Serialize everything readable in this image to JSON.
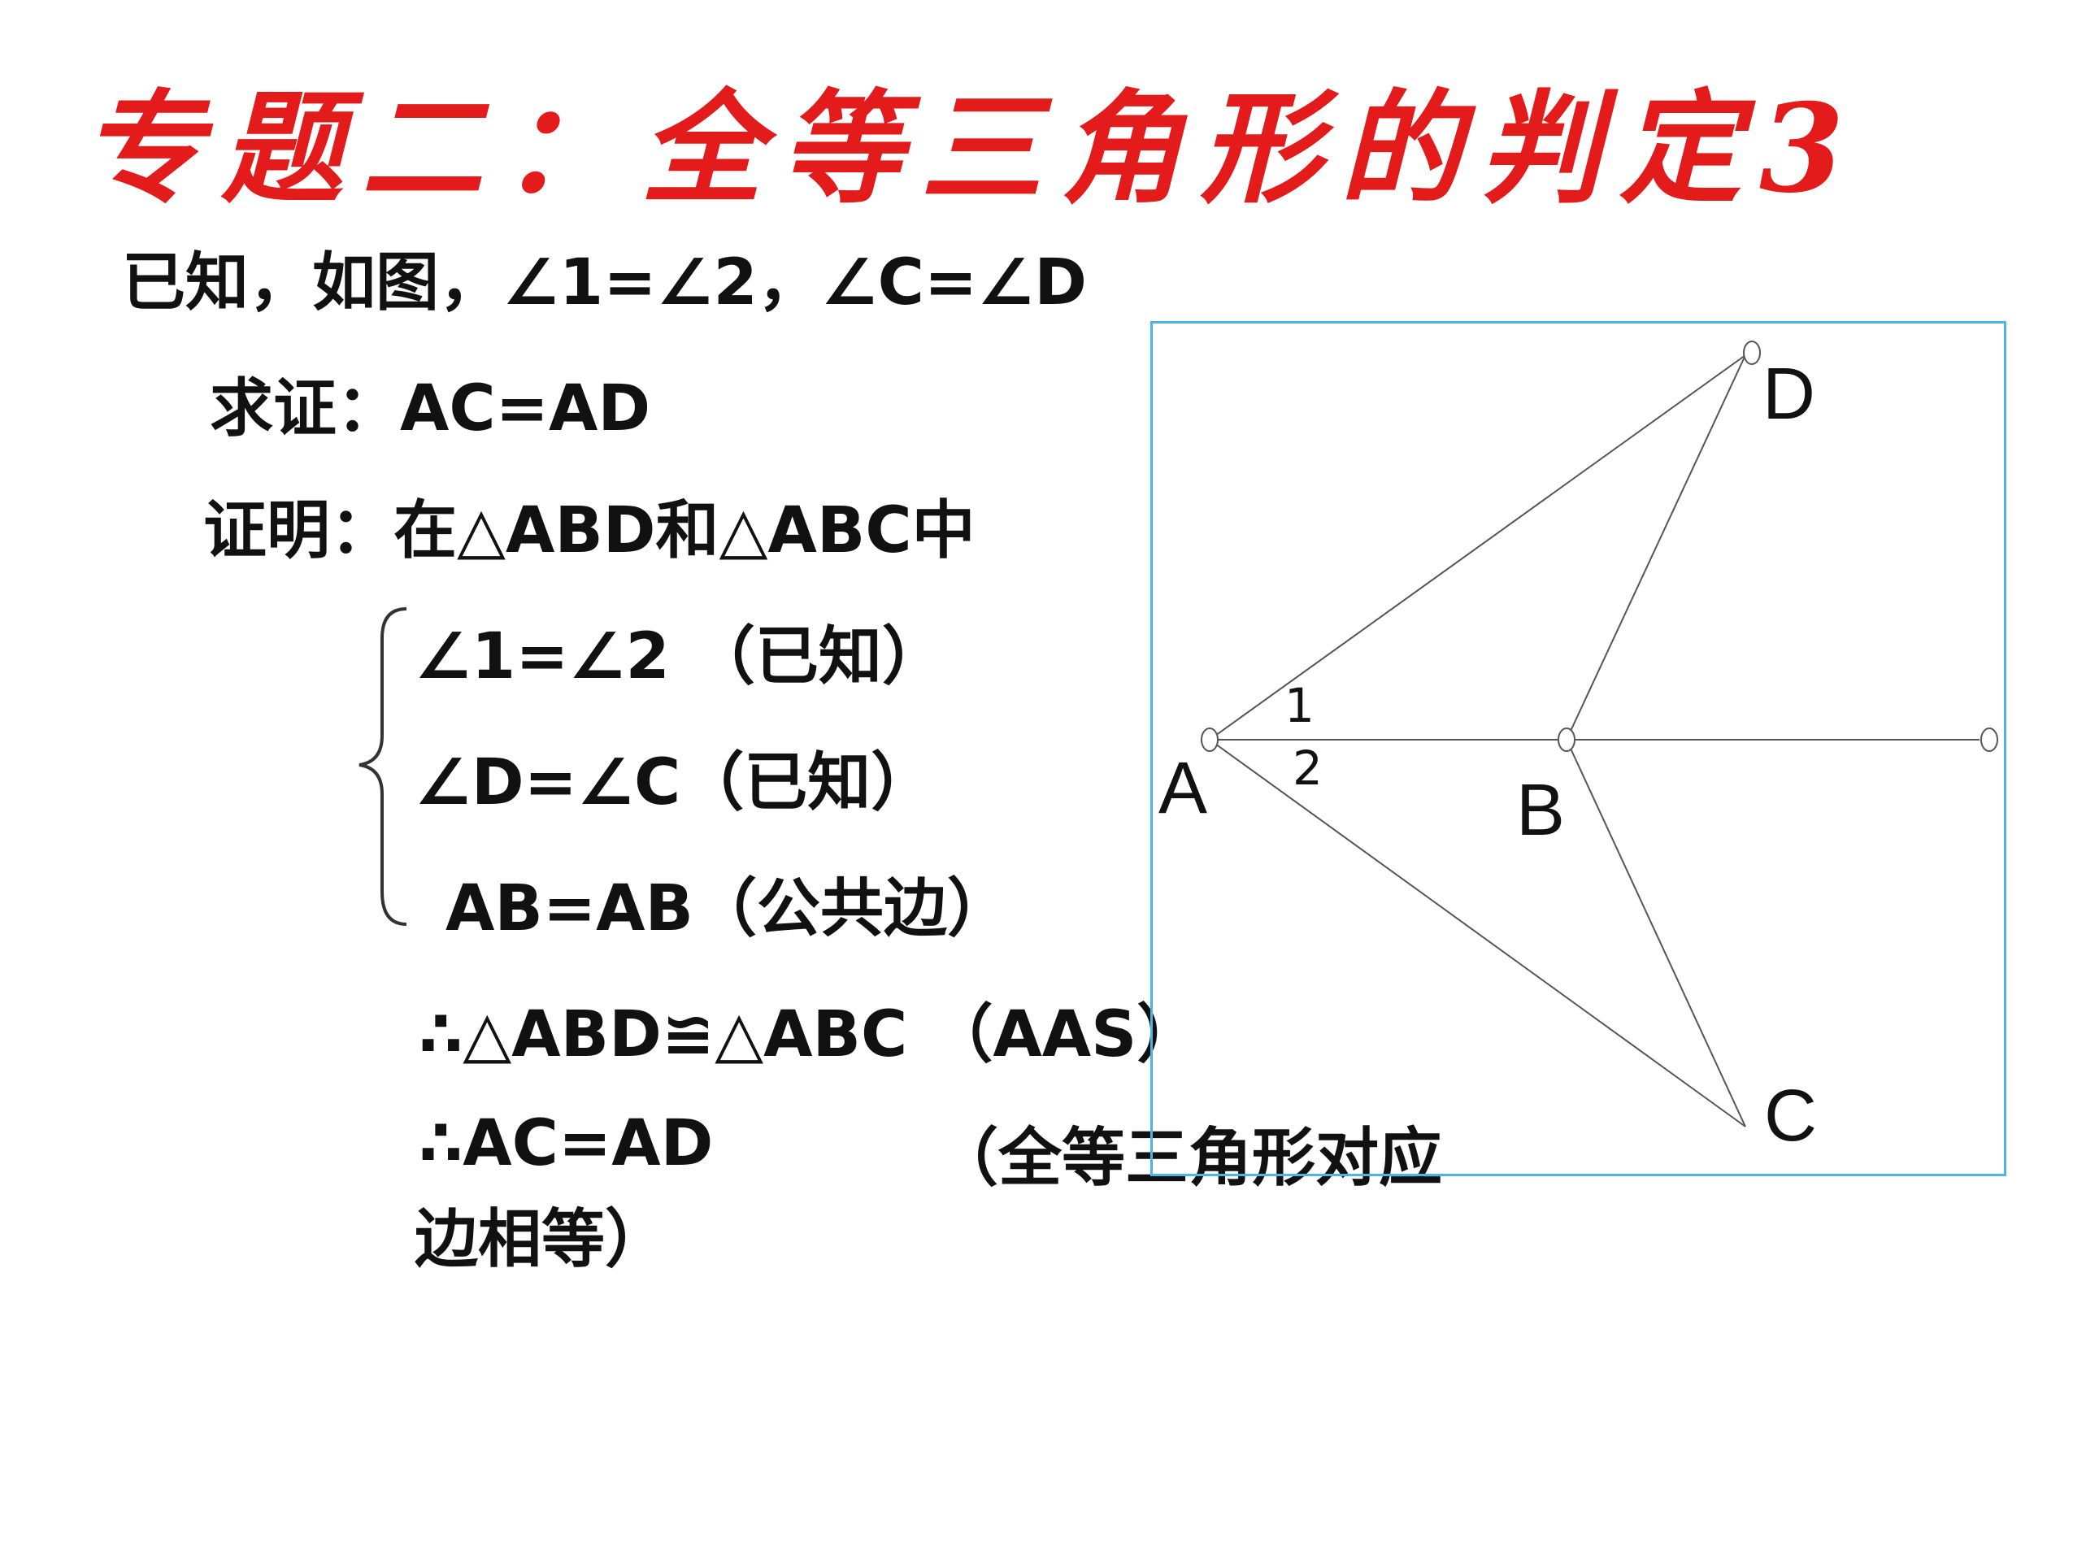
{
  "title": "专题二：全等三角形的判定3",
  "given": "已知，如图，∠1=∠2，∠C=∠D",
  "prove": "求证：AC=AD",
  "proof_intro": "证明：在△ABD和△ABC中",
  "conditions": [
    "∠1=∠2 （已知）",
    "∠D=∠C（已知）",
    "AB=AB（公共边）"
  ],
  "conclusion1": "∴△ABD≌△ABC （AAS）",
  "conclusion2_left": "∴AC=AD",
  "conclusion2_reason": "（全等三角形对应",
  "conclusion2_reason_cont": "边相等）",
  "figure": {
    "points": {
      "A": "A",
      "B": "B",
      "C": "C",
      "D": "D"
    },
    "angles": {
      "one": "1",
      "two": "2"
    },
    "colors": {
      "border": "#4fb3e6",
      "lines": "#555555",
      "title": "#e31b1b"
    }
  }
}
